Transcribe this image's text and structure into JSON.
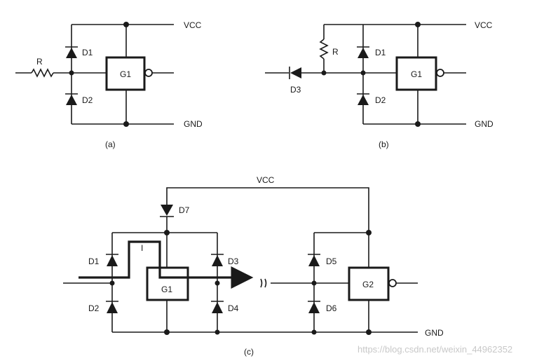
{
  "panel_a": {
    "caption": "(a)",
    "vcc": "VCC",
    "gnd": "GND",
    "resistor": "R",
    "diode_top": "D1",
    "diode_bottom": "D2",
    "gate": "G1"
  },
  "panel_b": {
    "caption": "(b)",
    "vcc": "VCC",
    "gnd": "GND",
    "resistor": "R",
    "diode_input": "D3",
    "diode_top": "D1",
    "diode_bottom": "D2",
    "gate": "G1"
  },
  "panel_c": {
    "caption": "(c)",
    "vcc": "VCC",
    "gnd": "GND",
    "current": "I",
    "gate1": "G1",
    "gate2": "G2",
    "d1": "D1",
    "d2": "D2",
    "d3": "D3",
    "d4": "D4",
    "d5": "D5",
    "d6": "D6",
    "d7": "D7"
  },
  "watermark": "https://blog.csdn.net/weixin_44962352"
}
